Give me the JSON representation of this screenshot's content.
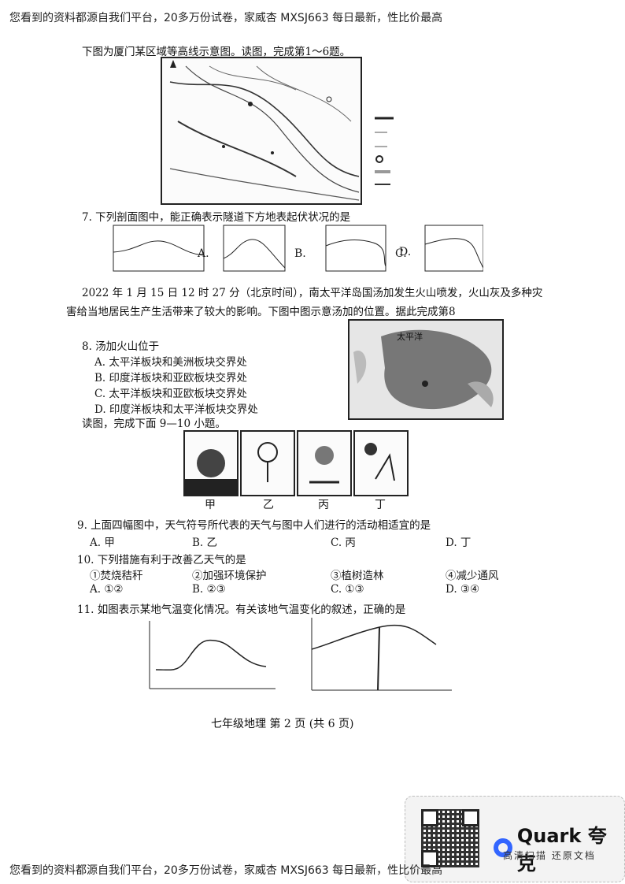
{
  "banner": "您看到的资料都源自我们平台，20多万份试卷，家威杏 MXSJ663 每日最新，性比价最高",
  "intro_map": "下图为厦门某区域等高线示意图。读图，完成第1～6题。",
  "q7": "7. 下列剖面图中，能正确表示隧道下方地表起伏状况的是",
  "q7_options": [
    "A.",
    "B.",
    "C.",
    "D."
  ],
  "passage_line1": "2022 年 1 月 15 日 12 时 27 分（北京时间），南太平洋岛国汤加发生火山喷发，火山灰及多种灾",
  "passage_line2": "害给当地居民生产生活带来了较大的影响。下图中图示意汤加的位置。据此完成第8",
  "q8": "8. 汤加火山位于",
  "q8_options": [
    "A. 太平洋板块和美洲板块交界处",
    "B. 印度洋板块和亚欧板块交界处",
    "C. 太平洋板块和亚欧板块交界处",
    "D. 印度洋板块和太平洋板块交界处"
  ],
  "map_label_ocean": "太平洋",
  "intro_9_10": "读图，完成下面 9—10 小题。",
  "weather_labels": [
    "甲",
    "乙",
    "丙",
    "丁"
  ],
  "q9": "9. 上面四幅图中，天气符号所代表的天气与图中人们进行的活动相适宜的是",
  "q9_options": [
    "A. 甲",
    "B. 乙",
    "C. 丙",
    "D. 丁"
  ],
  "q10": "10. 下列措施有利于改善乙天气的是",
  "q10_measures": [
    "①焚烧秸秆",
    "②加强环境保护",
    "③植树造林",
    "④减少通风"
  ],
  "q10_options": [
    "A. ①②",
    "B. ②③",
    "C. ①③",
    "D. ③④"
  ],
  "q11": "11. 如图表示某地气温变化情况。有关该地气温变化的叙述，正确的是",
  "footer": "七年级地理 第 2 页 (共 6 页)",
  "quark": {
    "brand": "Quark 夸克",
    "tagline": "高清扫描 还原文档",
    "accent": "#3366ff"
  }
}
